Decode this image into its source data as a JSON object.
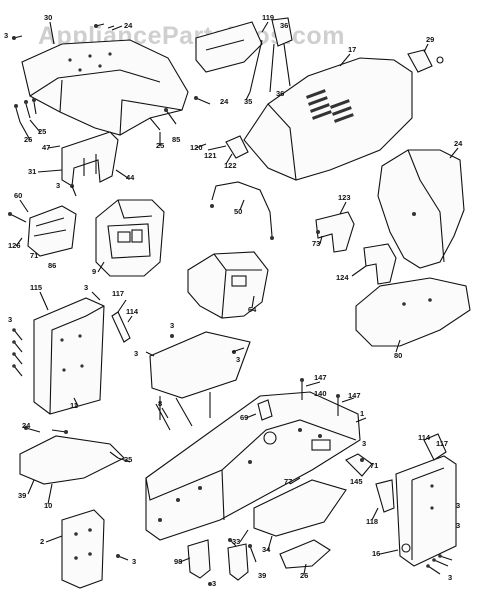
{
  "watermark": "AppliancePartsPros.com",
  "callouts": [
    {
      "id": "c30",
      "text": "30"
    },
    {
      "id": "c24a",
      "text": "24"
    },
    {
      "id": "c3a",
      "text": "3"
    },
    {
      "id": "c119",
      "text": "119"
    },
    {
      "id": "c36a",
      "text": "36"
    },
    {
      "id": "c29",
      "text": "29"
    },
    {
      "id": "c17",
      "text": "17"
    },
    {
      "id": "c35a",
      "text": "35"
    },
    {
      "id": "c36b",
      "text": "36"
    },
    {
      "id": "c24b",
      "text": "24"
    },
    {
      "id": "c25a",
      "text": "25"
    },
    {
      "id": "c26a",
      "text": "26"
    },
    {
      "id": "c47",
      "text": "47"
    },
    {
      "id": "c25b",
      "text": "25"
    },
    {
      "id": "c85",
      "text": "85"
    },
    {
      "id": "c120",
      "text": "120"
    },
    {
      "id": "c121",
      "text": "121"
    },
    {
      "id": "c122",
      "text": "122"
    },
    {
      "id": "c31",
      "text": "31"
    },
    {
      "id": "c44",
      "text": "44"
    },
    {
      "id": "c3b",
      "text": "3"
    },
    {
      "id": "c24c",
      "text": "24"
    },
    {
      "id": "c60",
      "text": "60"
    },
    {
      "id": "c126",
      "text": "126"
    },
    {
      "id": "c71a",
      "text": "71"
    },
    {
      "id": "c86",
      "text": "86"
    },
    {
      "id": "c9",
      "text": "9"
    },
    {
      "id": "c50",
      "text": "50"
    },
    {
      "id": "c123",
      "text": "123"
    },
    {
      "id": "c73",
      "text": "73"
    },
    {
      "id": "c124",
      "text": "124"
    },
    {
      "id": "c115",
      "text": "115"
    },
    {
      "id": "c3c",
      "text": "3"
    },
    {
      "id": "c117a",
      "text": "117"
    },
    {
      "id": "c114a",
      "text": "114"
    },
    {
      "id": "c64",
      "text": "64"
    },
    {
      "id": "c80",
      "text": "80"
    },
    {
      "id": "c3d",
      "text": "3"
    },
    {
      "id": "c3e",
      "text": "3"
    },
    {
      "id": "c3f",
      "text": "3"
    },
    {
      "id": "c11",
      "text": "11"
    },
    {
      "id": "c147a",
      "text": "147"
    },
    {
      "id": "c147b",
      "text": "147"
    },
    {
      "id": "c140",
      "text": "140"
    },
    {
      "id": "c1",
      "text": "1"
    },
    {
      "id": "c8",
      "text": "8"
    },
    {
      "id": "c3g",
      "text": "3"
    },
    {
      "id": "c69",
      "text": "69"
    },
    {
      "id": "c24d",
      "text": "24"
    },
    {
      "id": "c35b",
      "text": "35"
    },
    {
      "id": "c114b",
      "text": "114"
    },
    {
      "id": "c117b",
      "text": "117"
    },
    {
      "id": "c3h",
      "text": "3"
    },
    {
      "id": "c71b",
      "text": "71"
    },
    {
      "id": "c145",
      "text": "145"
    },
    {
      "id": "c77",
      "text": "77"
    },
    {
      "id": "c39a",
      "text": "39"
    },
    {
      "id": "c10",
      "text": "10"
    },
    {
      "id": "c118",
      "text": "118"
    },
    {
      "id": "c3i",
      "text": "3"
    },
    {
      "id": "c3j",
      "text": "3"
    },
    {
      "id": "c2",
      "text": "2"
    },
    {
      "id": "c3k",
      "text": "3"
    },
    {
      "id": "c33",
      "text": "33"
    },
    {
      "id": "c34",
      "text": "34"
    },
    {
      "id": "c26b",
      "text": "26"
    },
    {
      "id": "c98",
      "text": "98"
    },
    {
      "id": "c3l",
      "text": "3"
    },
    {
      "id": "c39b",
      "text": "39"
    },
    {
      "id": "c16",
      "text": "16"
    },
    {
      "id": "c3m",
      "text": "3"
    }
  ]
}
